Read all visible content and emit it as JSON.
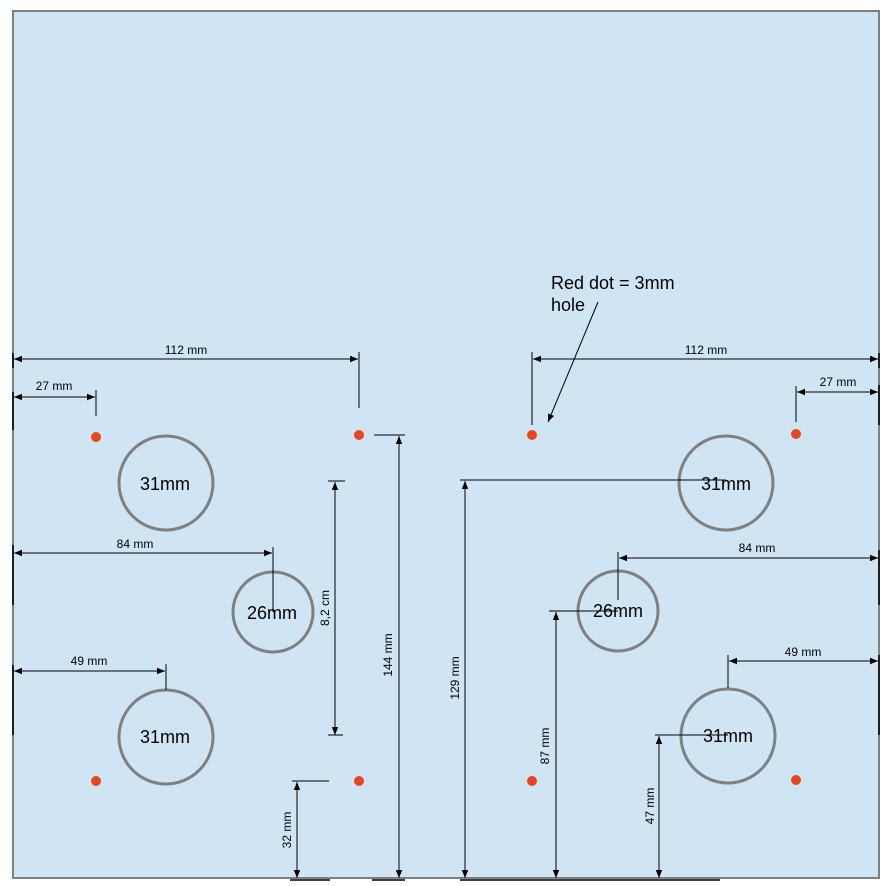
{
  "panel": {
    "fill": "#cfe5f3",
    "stroke": "#7f7f7f",
    "dot_color": "#e8471d",
    "hole_stroke": "#808080"
  },
  "note": {
    "line1": "Red dot = 3mm",
    "line2": "hole"
  },
  "holes": {
    "left_top": "31mm",
    "left_mid": "26mm",
    "left_bottom": "31mm",
    "right_top": "31mm",
    "right_mid": "26mm",
    "right_bottom": "31mm"
  },
  "dimensions": {
    "left_112": "112 mm",
    "left_27": "27 mm",
    "left_84": "84 mm",
    "left_49": "49 mm",
    "left_82cm": "8,2 cm",
    "left_144": "144 mm",
    "left_32": "32 mm",
    "right_112": "112 mm",
    "right_27": "27 mm",
    "right_84": "84 mm",
    "right_49": "49 mm",
    "right_129": "129 mm",
    "right_87": "87 mm",
    "right_47": "47 mm"
  }
}
